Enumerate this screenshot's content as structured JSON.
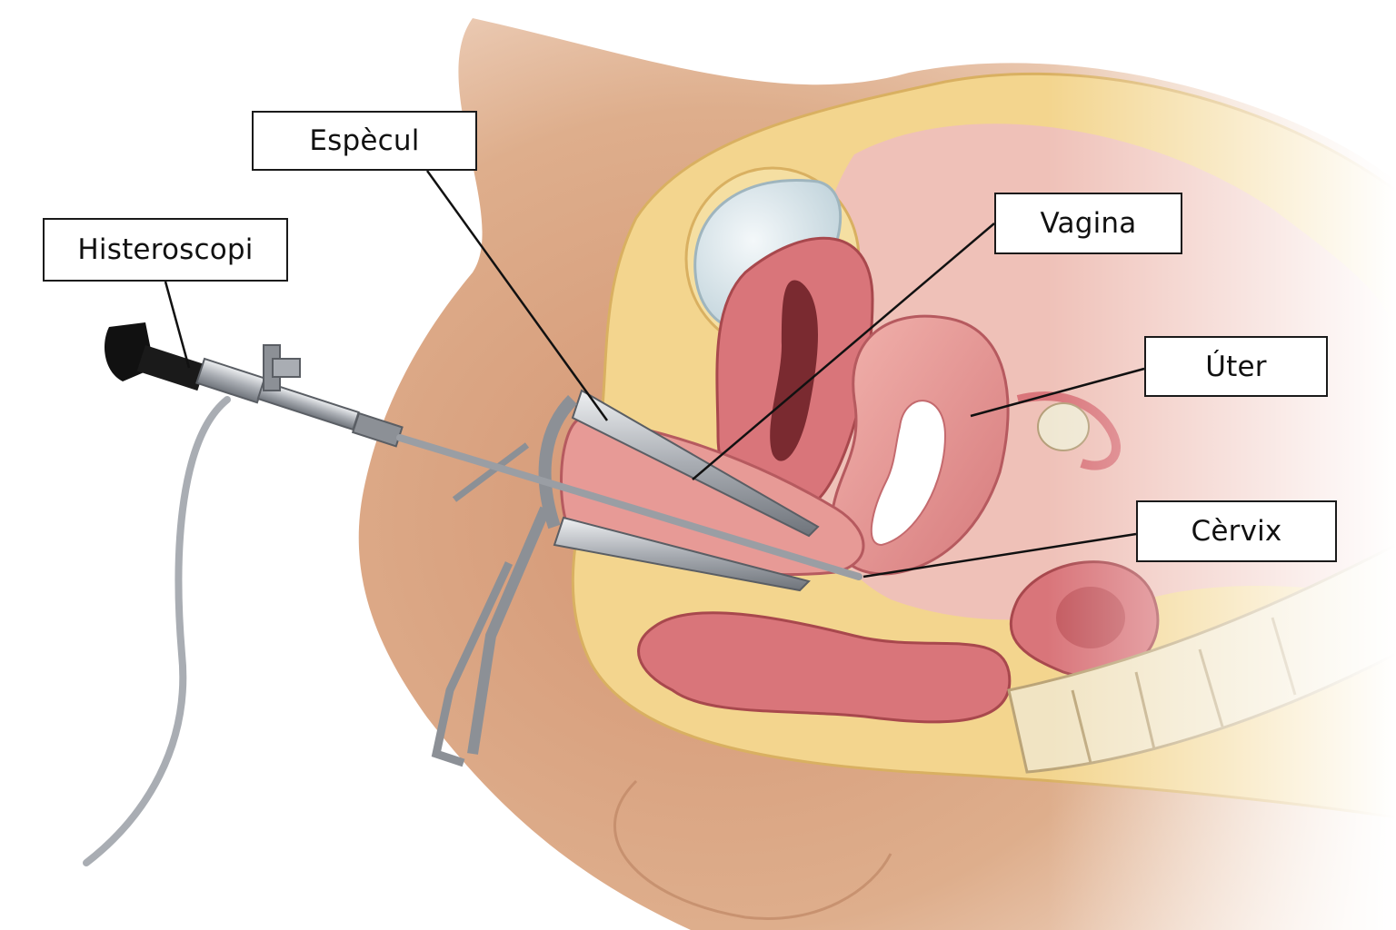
{
  "labels": {
    "especul": "Espècul",
    "histeroscopi": "Histeroscopi",
    "vagina": "Vagina",
    "uter": "Úter",
    "cervix": "Cèrvix"
  },
  "colors": {
    "skin": "#d9a07d",
    "fat": "#f3d58e",
    "muscle": "#d9757a",
    "bladder": "#dde8ec",
    "bone": "#f1e4c3",
    "metal": "#b8bcc2",
    "leader": "#111111"
  }
}
